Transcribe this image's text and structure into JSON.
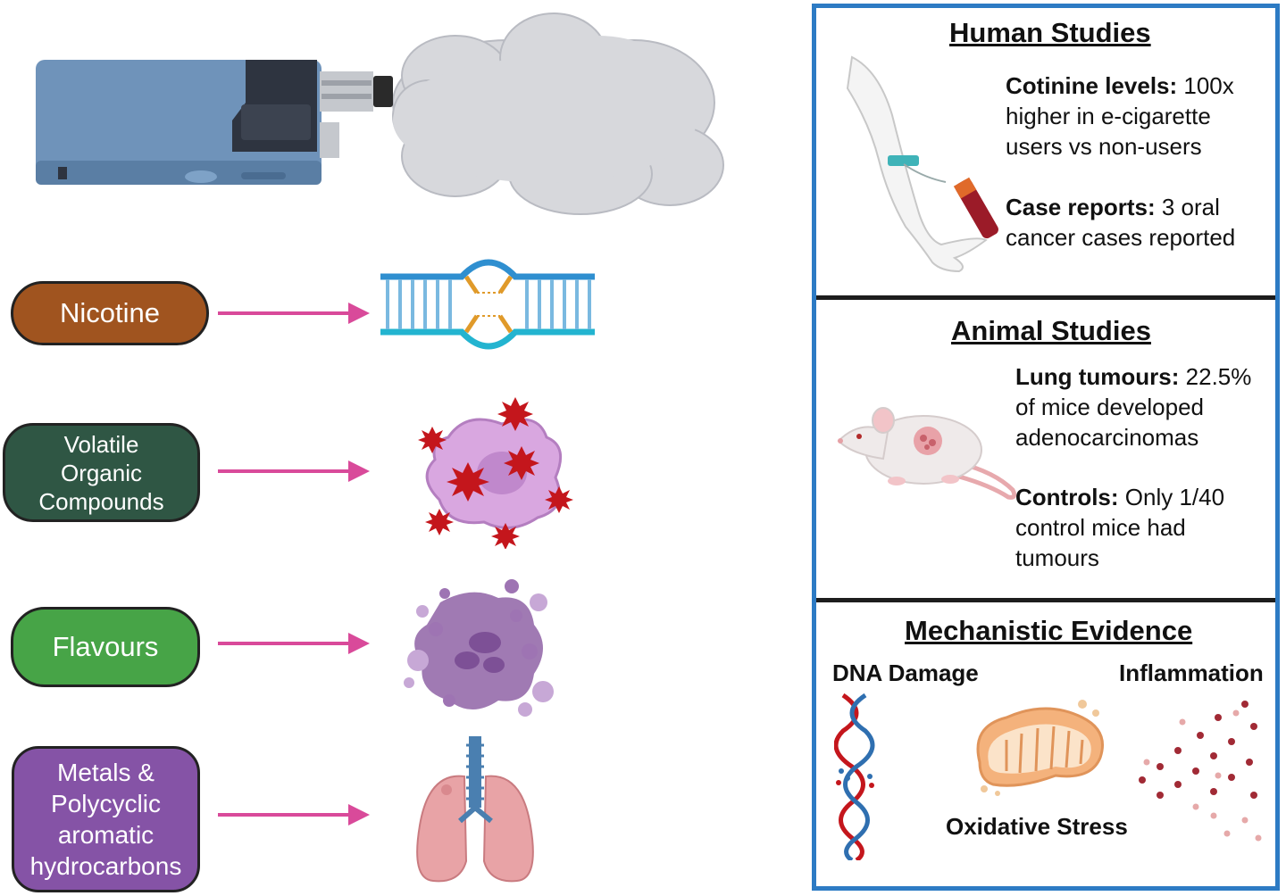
{
  "left": {
    "categories": [
      {
        "label": "Nicotine",
        "color": "#a0541f"
      },
      {
        "label": "Volatile Organic Compounds",
        "lines": [
          "Volatile",
          "Organic",
          "Compounds"
        ],
        "color": "#2f5644"
      },
      {
        "label": "Flavours",
        "color": "#47a447"
      },
      {
        "label": "Metals & Polycyclic aromatic hydrocarbons",
        "lines": [
          "Metals &",
          "Polycyclic",
          "aromatic",
          "hydrocarbons"
        ],
        "color": "#8553a6"
      }
    ],
    "arrow_color": "#d94a9a"
  },
  "panel": {
    "border_color": "#2d7bc4",
    "human": {
      "title": "Human Studies",
      "stat1_bold": "Cotinine levels:",
      "stat1_lines": [
        "100x",
        "higher in e-cigarette",
        "users vs non-users"
      ],
      "stat2_bold": "Case reports:",
      "stat2_lines": [
        "3 oral",
        "cancer cases reported"
      ]
    },
    "animal": {
      "title": "Animal Studies",
      "stat1_bold": "Lung tumours:",
      "stat1_lines": [
        "22.5%",
        "of mice developed",
        "adenocarcinomas"
      ],
      "stat2_bold": "Controls:",
      "stat2_lines": [
        "Only 1/40",
        "control mice had",
        "tumours"
      ]
    },
    "mechanistic": {
      "title": "Mechanistic Evidence",
      "dna": "DNA Damage",
      "inflammation": "Inflammation",
      "oxidative": "Oxidative Stress"
    }
  }
}
